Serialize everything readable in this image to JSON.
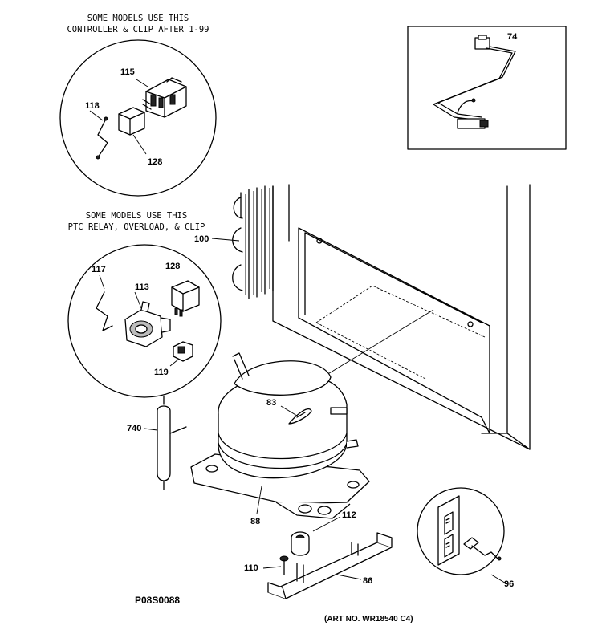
{
  "notes": {
    "controller_line1": "SOME MODELS USE THIS",
    "controller_line2": "CONTROLLER & CLIP AFTER 1-99",
    "ptc_line1": "SOME MODELS USE THIS",
    "ptc_line2": "PTC RELAY, OVERLOAD, & CLIP"
  },
  "parts": {
    "p74": "74",
    "p115": "115",
    "p118": "118",
    "p128a": "128",
    "p100": "100",
    "p117": "117",
    "p128b": "128",
    "p113": "113",
    "p119": "119",
    "p83": "83",
    "p740": "740",
    "p88": "88",
    "p112": "112",
    "p110": "110",
    "p86": "86",
    "p96": "96"
  },
  "footer": {
    "drawing_code": "P08S0088",
    "art_number": "(ART NO. WR18540 C4)"
  }
}
